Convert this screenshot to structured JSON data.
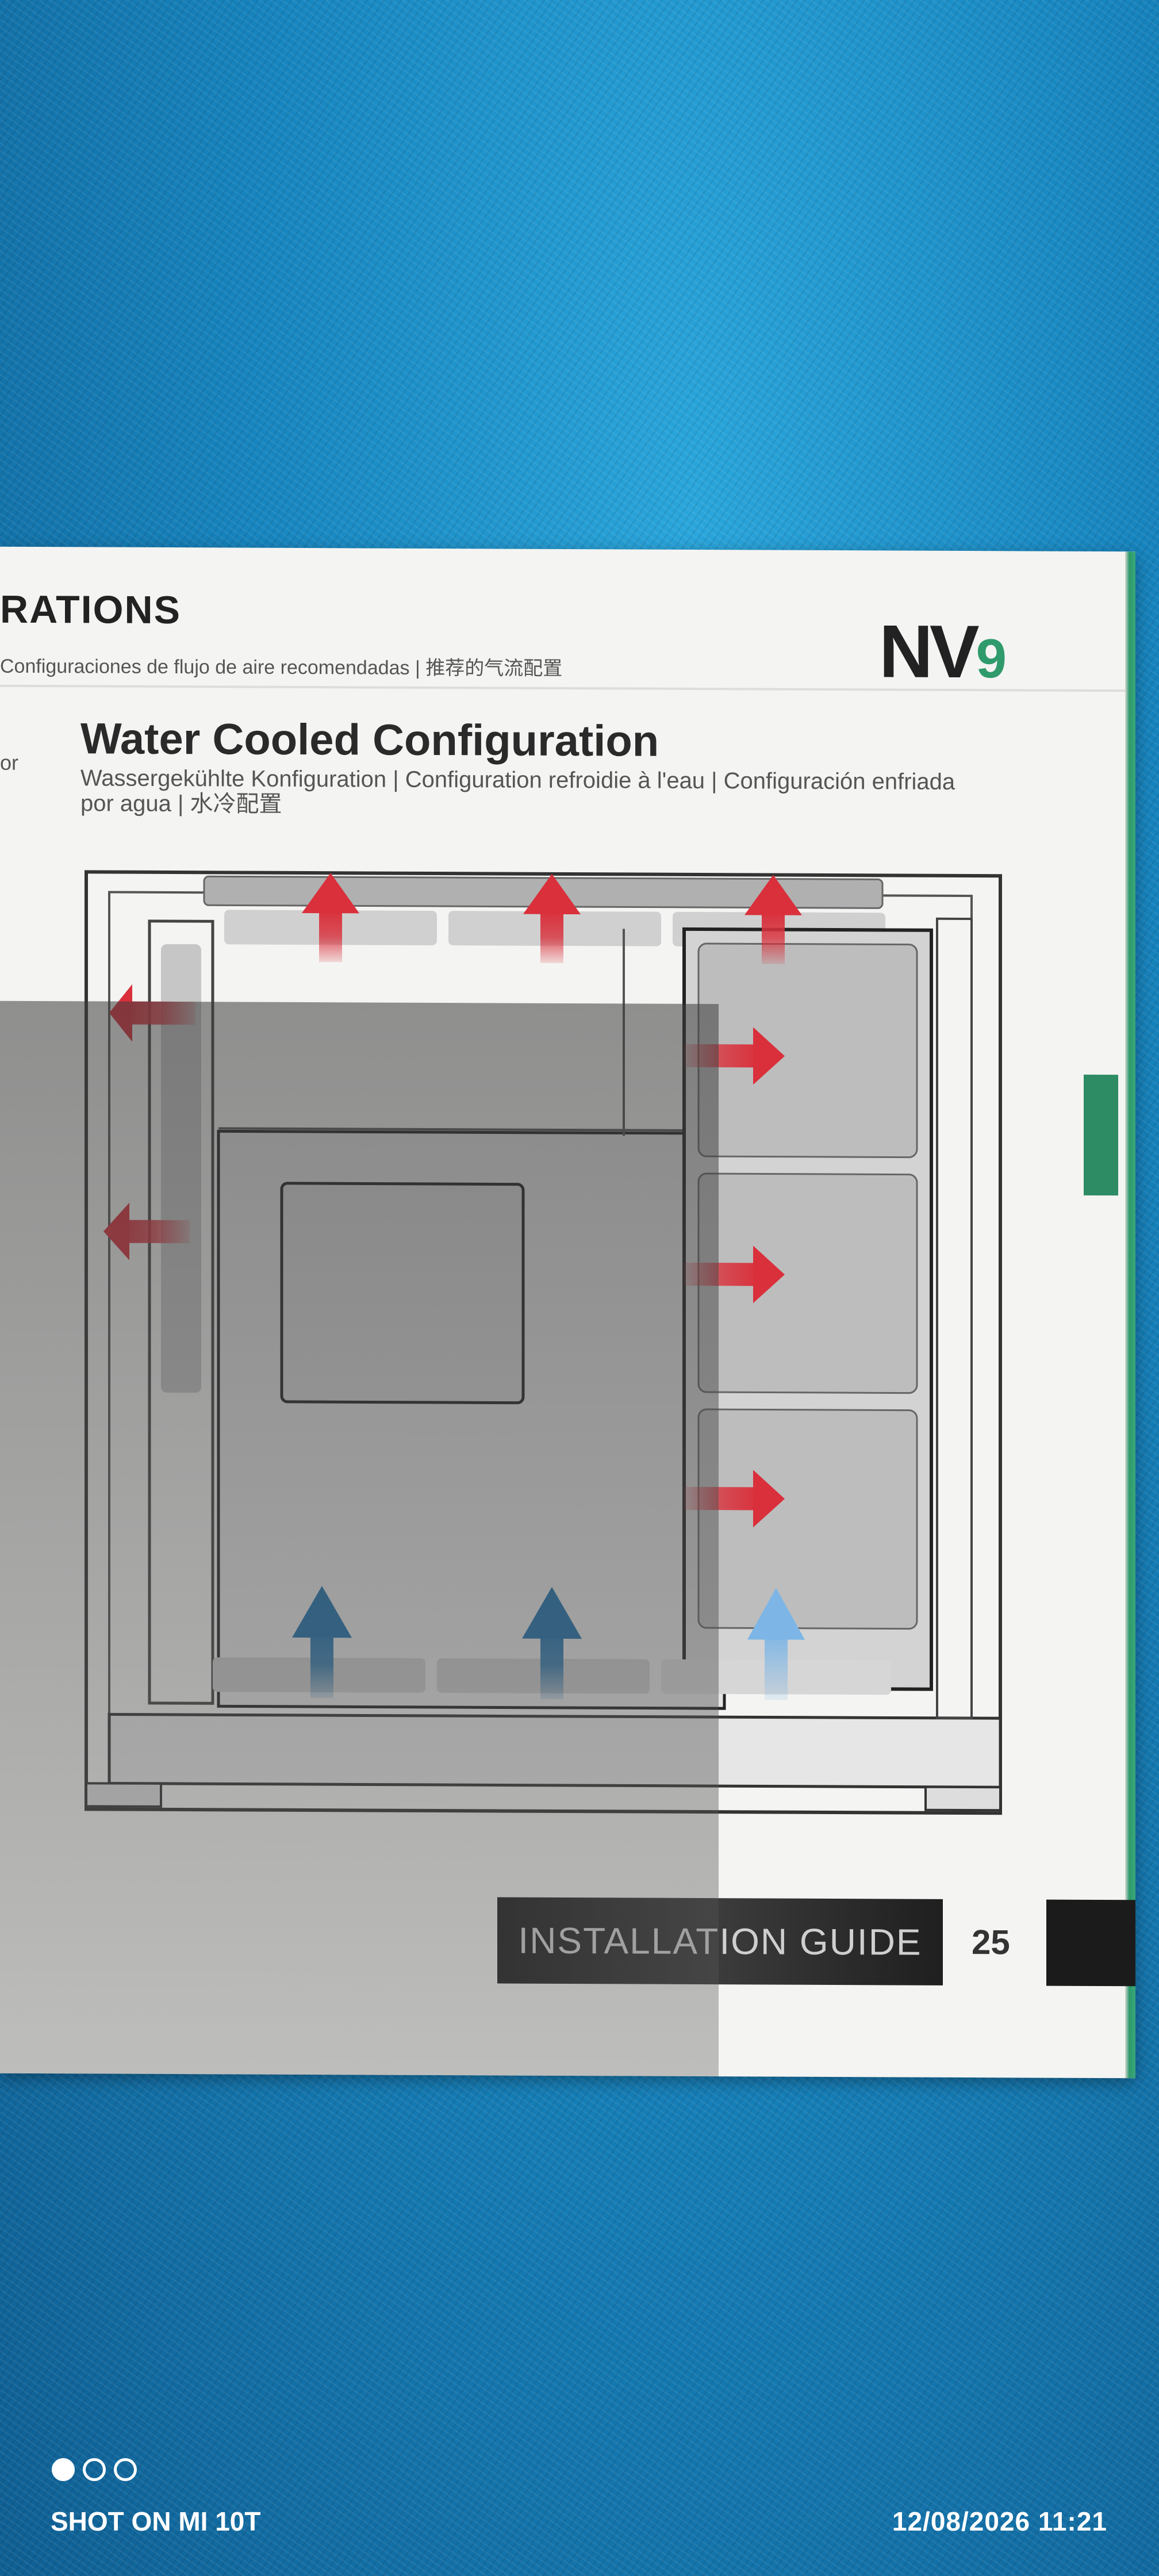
{
  "header": {
    "title_fragment": "RATIONS",
    "subtitle_fragment": "Configuraciones de flujo de aire recomendadas | 推荐的气流配置",
    "brand_letters": "NV",
    "brand_digit": "9",
    "left_fragment": "or"
  },
  "section": {
    "title": "Water Cooled Configuration",
    "subtitle_line1": "Wassergekühlte Konfiguration | Configuration refroidie à l'eau | Configuración enfriada",
    "subtitle_line2": "por agua | 水冷配置"
  },
  "footer": {
    "guide_label": "INSTALLATION GUIDE",
    "page_number": "25"
  },
  "camera_overlay": {
    "label": "SHOT ON MI 10T",
    "timestamp": "12/08/2026  11:21"
  },
  "colors": {
    "exhaust_arrow": "#d9303b",
    "intake_arrow": "#1f6fa8",
    "intake_arrow_light": "#7db6e6",
    "brand_accent": "#2f9a6b",
    "tarp_blue": "#1a86c0"
  }
}
